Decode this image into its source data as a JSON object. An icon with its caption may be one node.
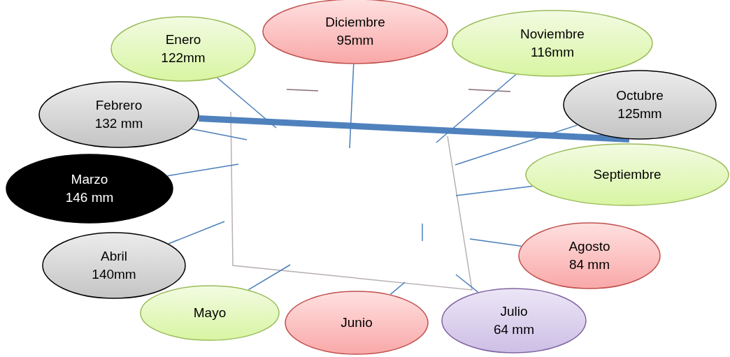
{
  "diagram": {
    "nodes": [
      {
        "text": [
          "Enero",
          "122mm"
        ]
      },
      {
        "text": [
          "Diciembre",
          "95mm"
        ]
      },
      {
        "text": [
          "Noviembre",
          "116mm"
        ]
      },
      {
        "text": [
          "Febrero",
          "132 mm"
        ]
      },
      {
        "text": [
          "Octubre",
          "125mm"
        ]
      },
      {
        "text": [
          "Septiembre"
        ]
      },
      {
        "text": [
          "Marzo",
          "146 mm"
        ]
      },
      {
        "text": [
          "Abril",
          "140mm"
        ]
      },
      {
        "text": [
          "Agosto",
          "84 mm"
        ]
      },
      {
        "text": [
          "Mayo"
        ]
      },
      {
        "text": [
          "Julio",
          "64 mm"
        ]
      },
      {
        "text": [
          "Junio"
        ]
      }
    ],
    "edges": [
      {
        "from": 3,
        "to": 4,
        "arrow": "none",
        "style": "thick",
        "color": "#4f81bd"
      },
      {
        "from": 0,
        "to": null,
        "arrow": "none"
      },
      {
        "from": 1,
        "to": null,
        "arrow": "none"
      },
      {
        "from": 2,
        "to": null,
        "arrow": "none"
      },
      {
        "from": 3,
        "to": null,
        "arrow": "none"
      },
      {
        "from": 4,
        "to": null,
        "arrow": "none"
      },
      {
        "from": 5,
        "to": null,
        "arrow": "none"
      },
      {
        "from": 6,
        "to": null,
        "arrow": "none"
      },
      {
        "from": 7,
        "to": null,
        "arrow": "none"
      },
      {
        "from": 8,
        "to": null,
        "arrow": "none"
      },
      {
        "from": 9,
        "to": null,
        "arrow": "none"
      },
      {
        "from": 10,
        "to": null,
        "arrow": "none"
      },
      {
        "from": 11,
        "to": null,
        "arrow": "none"
      }
    ]
  }
}
